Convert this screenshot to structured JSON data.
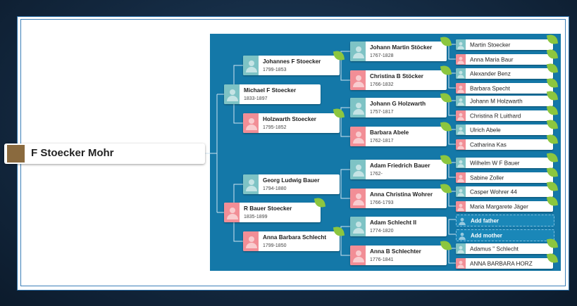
{
  "root": {
    "name": "F Stoecker Mohr"
  },
  "gen1": [
    {
      "name": "Michael F Stoecker",
      "dates": "1833-1897",
      "gender": "m"
    },
    {
      "name": "R Bauer Stoecker",
      "dates": "1835-1899",
      "gender": "f"
    }
  ],
  "gen2": [
    {
      "name": "Johannes F Stoecker",
      "dates": "1799-1853",
      "gender": "m"
    },
    {
      "name": "Holzwarth Stoecker",
      "dates": "1795-1852",
      "gender": "f"
    },
    {
      "name": "Georg Ludwig Bauer",
      "dates": "1794-1880",
      "gender": "m"
    },
    {
      "name": "Anna Barbara Schlecht",
      "dates": "1799-1850",
      "gender": "f"
    }
  ],
  "gen3": [
    {
      "name": "Johann Martin Stöcker",
      "dates": "1767-1828",
      "gender": "m"
    },
    {
      "name": "Christina B Stöcker",
      "dates": "1766-1832",
      "gender": "f"
    },
    {
      "name": "Johann G Holzwarth",
      "dates": "1757-1817",
      "gender": "m"
    },
    {
      "name": "Barbara Abele",
      "dates": "1762-1817",
      "gender": "f"
    },
    {
      "name": "Adam Friedrich Bauer",
      "dates": "1762-",
      "gender": "m"
    },
    {
      "name": "Anna Christina Wohrer",
      "dates": "1766-1793",
      "gender": "f"
    },
    {
      "name": "Adam Schlecht II",
      "dates": "1774-1820",
      "gender": "m"
    },
    {
      "name": "Anna B Schlechter",
      "dates": "1776-1841",
      "gender": "f"
    }
  ],
  "gen4": [
    {
      "name": "Martin Stoecker",
      "gender": "m"
    },
    {
      "name": "Anna Maria Baur",
      "gender": "f"
    },
    {
      "name": "Alexander Benz",
      "gender": "m"
    },
    {
      "name": "Barbara Specht",
      "gender": "f"
    },
    {
      "name": "Johann M Holzwarth",
      "gender": "m"
    },
    {
      "name": "Christina R Luithard",
      "gender": "f"
    },
    {
      "name": "Ulrich Abele",
      "gender": "m"
    },
    {
      "name": "Catharina Kas",
      "gender": "f"
    },
    {
      "name": "Wilhelm W F Bauer",
      "gender": "m"
    },
    {
      "name": "Sabine Zoller",
      "gender": "f"
    },
    {
      "name": "Casper Wohrer 44",
      "gender": "m"
    },
    {
      "name": "Maria Margarete Jäger",
      "gender": "f"
    },
    {
      "name": "Add father",
      "gender": "add"
    },
    {
      "name": "Add mother",
      "gender": "add"
    },
    {
      "name": "Adamus \" Schlecht",
      "gender": "m"
    },
    {
      "name": "ANNA BARBARA HORZ",
      "gender": "f"
    }
  ],
  "colors": {
    "tree_bg": "#1478a8",
    "male": "#7ec3c5",
    "female": "#f28e96",
    "leaf_hint": "#8cc63f"
  }
}
